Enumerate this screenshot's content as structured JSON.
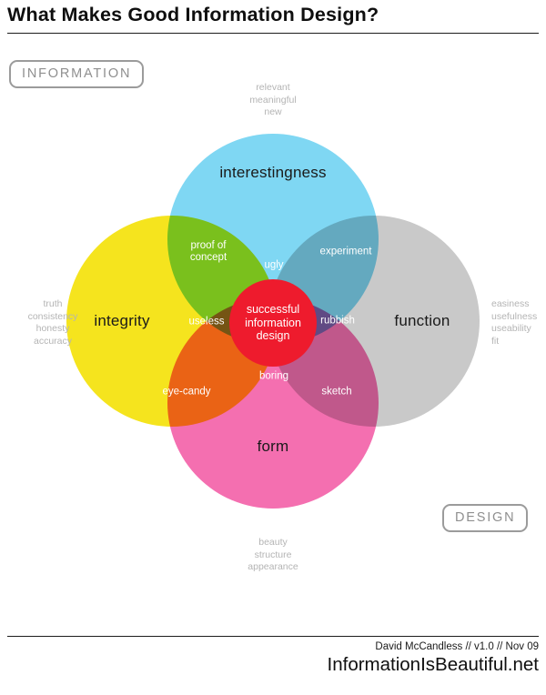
{
  "title": "What Makes Good Information Design?",
  "badges": {
    "information": "INFORMATION",
    "design": "DESIGN"
  },
  "venn": {
    "circles": [
      {
        "id": "interestingness",
        "label": "interestingness",
        "color": "#7fd7f3"
      },
      {
        "id": "integrity",
        "label": "integrity",
        "color": "#f5e41e"
      },
      {
        "id": "function",
        "label": "function",
        "color": "#c9c9c9"
      },
      {
        "id": "form",
        "label": "form",
        "color": "#f46fb0"
      }
    ],
    "center": {
      "label": "successful\ninformation\ndesign",
      "color": "#ee1b2d"
    },
    "overlaps": [
      {
        "label": "proof of\nconcept",
        "regions": [
          "interestingness",
          "integrity"
        ]
      },
      {
        "label": "experiment",
        "regions": [
          "interestingness",
          "function"
        ]
      },
      {
        "label": "ugly",
        "regions": [
          "interestingness",
          "integrity",
          "function"
        ]
      },
      {
        "label": "useless",
        "regions": [
          "interestingness",
          "integrity",
          "form"
        ]
      },
      {
        "label": "rubbish",
        "regions": [
          "interestingness",
          "function",
          "form"
        ]
      },
      {
        "label": "eye-candy",
        "regions": [
          "integrity",
          "form"
        ]
      },
      {
        "label": "sketch",
        "regions": [
          "function",
          "form"
        ]
      },
      {
        "label": "boring",
        "regions": [
          "integrity",
          "function",
          "form"
        ]
      }
    ],
    "annotations": {
      "top": [
        "relevant",
        "meaningful",
        "new"
      ],
      "left": [
        "truth",
        "consistency",
        "honesty",
        "accuracy"
      ],
      "right": [
        "easiness",
        "usefulness",
        "useability",
        "fit"
      ],
      "bottom": [
        "beauty",
        "structure",
        "appearance"
      ]
    }
  },
  "footer": {
    "credit": "David McCandless // v1.0 // Nov 09",
    "site": "InformationIsBeautiful.net"
  }
}
